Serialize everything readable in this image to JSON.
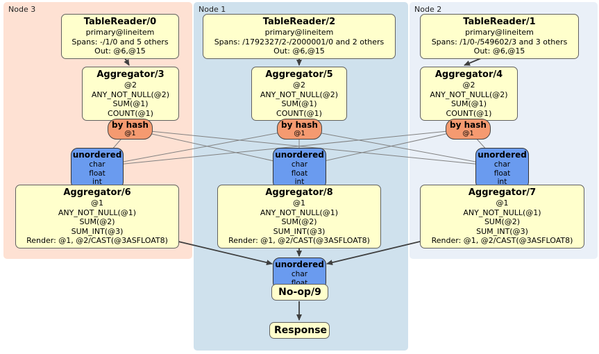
{
  "diagram": {
    "regions": [
      {
        "label": "Node 3",
        "table_reader": {
          "title": "TableReader/0",
          "index": "primary@lineitem",
          "spans": "Spans: -/1/0 and 5 others",
          "out": "Out: @6,@15"
        },
        "aggregator_pre": {
          "title": "Aggregator/3",
          "lines": [
            "@2",
            "ANY_NOT_NULL(@2)",
            "SUM(@1)",
            "COUNT(@1)"
          ]
        },
        "router": {
          "title": "by hash",
          "detail": "@1"
        },
        "sync": {
          "title": "unordered",
          "types": [
            "char",
            "float",
            "int"
          ]
        },
        "aggregator_post": {
          "title": "Aggregator/6",
          "lines": [
            "@1",
            "ANY_NOT_NULL(@1)",
            "SUM(@2)",
            "SUM_INT(@3)",
            "Render: @1, @2/CAST(@3ASFLOAT8)"
          ]
        }
      },
      {
        "label": "Node 1",
        "table_reader": {
          "title": "TableReader/2",
          "index": "primary@lineitem",
          "spans": "Spans: /1792327/2-/2000001/0 and 2 others",
          "out": "Out: @6,@15"
        },
        "aggregator_pre": {
          "title": "Aggregator/5",
          "lines": [
            "@2",
            "ANY_NOT_NULL(@2)",
            "SUM(@1)",
            "COUNT(@1)"
          ]
        },
        "router": {
          "title": "by hash",
          "detail": "@1"
        },
        "sync": {
          "title": "unordered",
          "types": [
            "char",
            "float",
            "int"
          ]
        },
        "aggregator_post": {
          "title": "Aggregator/8",
          "lines": [
            "@1",
            "ANY_NOT_NULL(@1)",
            "SUM(@2)",
            "SUM_INT(@3)",
            "Render: @1, @2/CAST(@3ASFLOAT8)"
          ]
        }
      },
      {
        "label": "Node 2",
        "table_reader": {
          "title": "TableReader/1",
          "index": "primary@lineitem",
          "spans": "Spans: /1/0-/549602/3 and 3 others",
          "out": "Out: @6,@15"
        },
        "aggregator_pre": {
          "title": "Aggregator/4",
          "lines": [
            "@2",
            "ANY_NOT_NULL(@2)",
            "SUM(@1)",
            "COUNT(@1)"
          ]
        },
        "router": {
          "title": "by hash",
          "detail": "@1"
        },
        "sync": {
          "title": "unordered",
          "types": [
            "char",
            "float",
            "int"
          ]
        },
        "aggregator_post": {
          "title": "Aggregator/7",
          "lines": [
            "@1",
            "ANY_NOT_NULL(@1)",
            "SUM(@2)",
            "SUM_INT(@3)",
            "Render: @1, @2/CAST(@3ASFLOAT8)"
          ]
        }
      }
    ],
    "final": {
      "sync": {
        "title": "unordered",
        "types": [
          "char",
          "float"
        ]
      },
      "noop_title": "No-op/9",
      "response_title": "Response"
    },
    "colors": {
      "node3_bg": "#fee1d3",
      "node1_bg": "#cfe1ed",
      "node2_bg": "#eaf0f8",
      "processor_bg": "#ffffcc",
      "router_bg": "#f59a70",
      "sync_bg": "#6a9bef",
      "edge": "#3f3f3f",
      "stream_edge": "#808080"
    }
  }
}
